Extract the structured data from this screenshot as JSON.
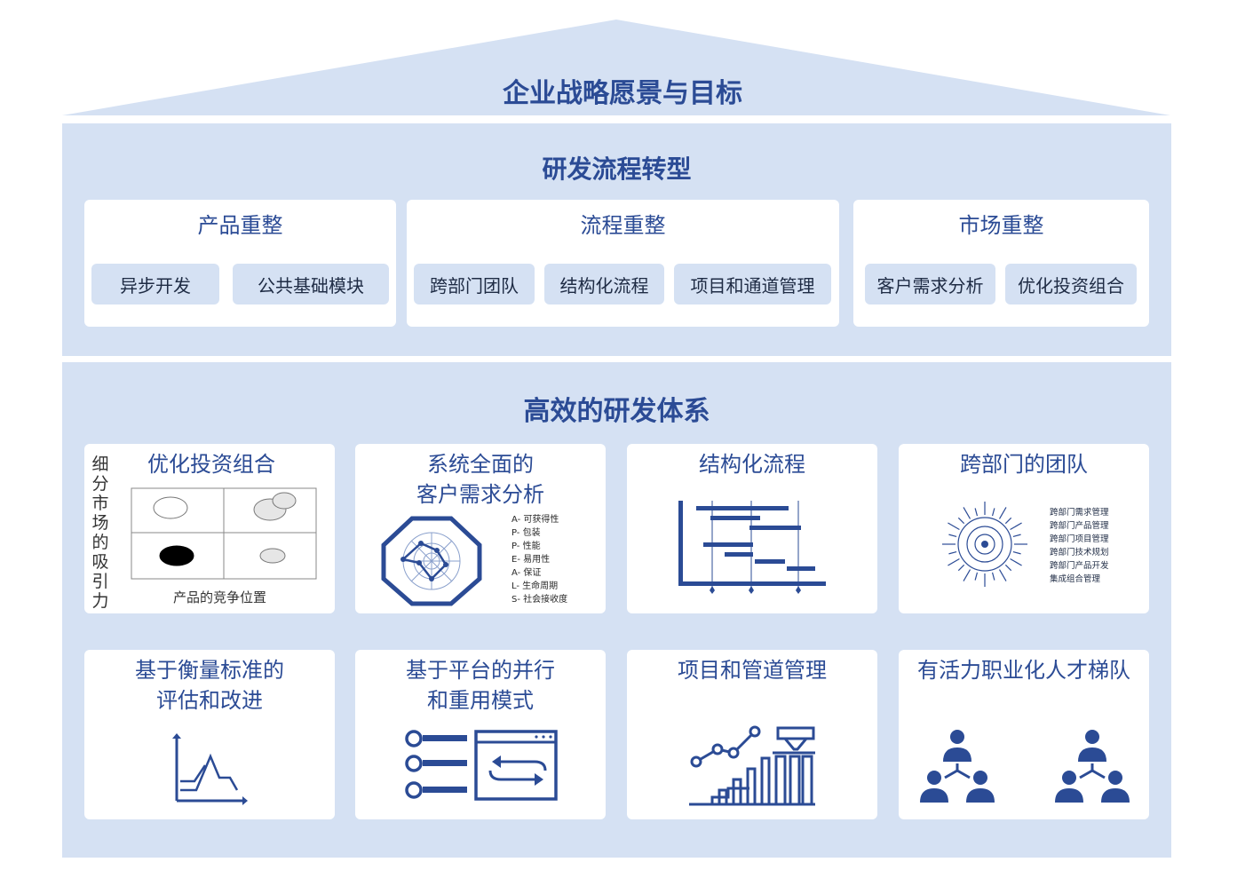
{
  "roof": {
    "title": "企业战略愿景与目标"
  },
  "transformation": {
    "title": "研发流程转型",
    "groups": [
      {
        "title": "产品重整",
        "items": [
          "异步开发",
          "公共基础模块"
        ]
      },
      {
        "title": "流程重整",
        "items": [
          "跨部门团队",
          "结构化流程",
          "项目和通道管理"
        ]
      },
      {
        "title": "市场重整",
        "items": [
          "客户需求分析",
          "优化投资组合"
        ]
      }
    ]
  },
  "system": {
    "title": "高效的研发体系",
    "cards": [
      {
        "title": "优化投资组合",
        "y_axis": "细分市场的吸引力",
        "x_axis": "产品的竞争位置"
      },
      {
        "title_line1": "系统全面的",
        "title_line2": "客户需求分析",
        "legend": [
          "A- 可获得性",
          "P- 包装",
          "P- 性能",
          "E- 易用性",
          "A- 保证",
          "L- 生命周期",
          "S- 社会接收度"
        ]
      },
      {
        "title": "结构化流程"
      },
      {
        "title": "跨部门的团队",
        "list": [
          "跨部门需求管理",
          "跨部门产品管理",
          "跨部门项目管理",
          "跨部门技术规划",
          "跨部门产品开发",
          "集成组合管理"
        ]
      },
      {
        "title_line1": "基于衡量标准的",
        "title_line2": "评估和改进"
      },
      {
        "title_line1": "基于平台的并行",
        "title_line2": "和重用模式"
      },
      {
        "title": "项目和管道管理"
      },
      {
        "title": "有活力职业化人才梯队"
      }
    ]
  },
  "colors": {
    "band": "#d5e1f3",
    "accent": "#2b4b95",
    "card": "#ffffff"
  }
}
